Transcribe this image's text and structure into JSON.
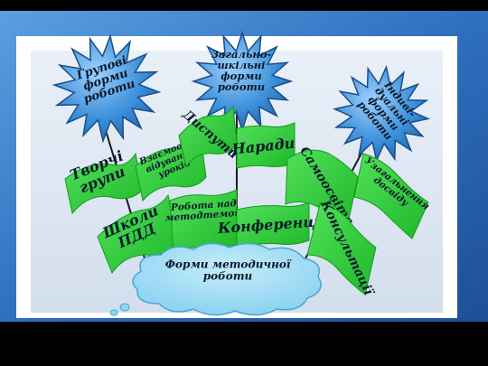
{
  "palette": {
    "background_blue": "#2f6fbf",
    "frame": "#ffffff",
    "panel": "#dfe8f3",
    "star_fill": "#3a8fd8",
    "star_edge": "#1a4e8c",
    "flag_fill": "#2fcf3a",
    "flag_dark": "#179a1f",
    "cloud_fill": "#8fd6f2",
    "cloud_edge": "#4aa6d6",
    "text_dark": "#0a1a2a"
  },
  "categories": {
    "group": {
      "lines": [
        "Групові",
        "форми",
        "роботи"
      ]
    },
    "school": {
      "lines": [
        "Загально-",
        "шкільні",
        "форми",
        "роботи"
      ]
    },
    "individual": {
      "lines": [
        "Індиві-",
        "дуальні",
        "форми",
        "роботи"
      ]
    }
  },
  "flags": {
    "creative": {
      "lines": [
        "Творчі",
        "групи"
      ]
    },
    "mutual": {
      "lines": [
        "Взаємовід-",
        "відування",
        "уроків"
      ]
    },
    "schools": {
      "lines": [
        "Школи",
        "ПДД"
      ]
    },
    "disputes": {
      "lines": [
        "Диспути"
      ]
    },
    "methodwork": {
      "lines": [
        "Робота над",
        "методтемою"
      ]
    },
    "meetings": {
      "lines": [
        "Наради"
      ]
    },
    "conferences": {
      "lines": [
        "Конференції"
      ]
    },
    "selfedu": {
      "lines": [
        "Самоосвіта"
      ]
    },
    "generalize": {
      "lines": [
        "Узагальнення",
        "досвіду"
      ]
    },
    "consults": {
      "lines": [
        "Консультації"
      ]
    }
  },
  "center": {
    "lines": [
      "Форми методичної",
      "роботи"
    ]
  }
}
